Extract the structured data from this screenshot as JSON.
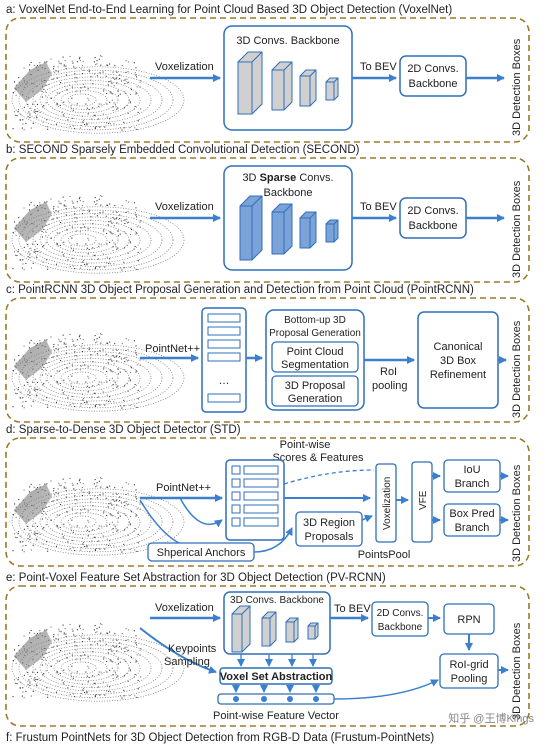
{
  "colors": {
    "border": "#9a7a2a",
    "box": "#2f6fba",
    "arrow": "#3b7fcf",
    "grey_block": "#d0d0d0",
    "blue_block": "#7ba3d8"
  },
  "icons": {
    "point_cloud": "lidar-point-cloud-icon",
    "arrow": "arrow-icon"
  },
  "watermark": "知乎 @王博Kings",
  "sections": {
    "a": {
      "title": "a: VoxelNet End-to-End Learning for Point Cloud Based 3D Object Detection (VoxelNet)",
      "voxelization": "Voxelization",
      "backbone3d": "3D Convs. Backbone",
      "to_bev": "To BEV",
      "backbone2d_1": "2D Convs.",
      "backbone2d_2": "Backbone",
      "output": "3D Detection Boxes"
    },
    "b": {
      "title": "b: SECOND Sparsely Embedded Convolutional Detection (SECOND)",
      "voxelization": "Voxelization",
      "sparse_prefix": "3D ",
      "sparse_bold": "Sparse",
      "sparse_suffix": " Convs.",
      "sparse_line2": "Backbone",
      "to_bev": "To BEV",
      "backbone2d_1": "2D Convs.",
      "backbone2d_2": "Backbone",
      "output": "3D Detection Boxes"
    },
    "c": {
      "title": "c: PointRCNN 3D Object Proposal Generation and Detection from Point Cloud (PointRCNN)",
      "pointnet": "PointNet++",
      "dots": "…",
      "bottomup_1": "Bottom-up 3D",
      "bottomup_2": "Proposal Generation",
      "seg_1": "Point Cloud",
      "seg_2": "Segmentation",
      "prop_1": "3D Proposal",
      "prop_2": "Generation",
      "roi_1": "RoI",
      "roi_2": "pooling",
      "canon_1": "Canonical",
      "canon_2": "3D Box",
      "canon_3": "Refinement",
      "output": "3D Detection Boxes"
    },
    "d": {
      "title": "d: Sparse-to-Dense 3D Object Detector (STD)",
      "pointwise_1": "Point-wise",
      "pointwise_2": "Scores & Features",
      "pointnet": "PointNet++",
      "voxelization": "Voxelization",
      "vfe": "VFE",
      "iou_1": "IoU",
      "iou_2": "Branch",
      "boxpred_1": "Box Pred",
      "boxpred_2": "Branch",
      "region_1": "3D Region",
      "region_2": "Proposals",
      "pointspool": "PointsPool",
      "anchors": "Shperical Anchors",
      "output": "3D Detection Boxes"
    },
    "e": {
      "title": "e: Point-Voxel Feature Set Abstraction for 3D Object Detection (PV-RCNN)",
      "voxelization": "Voxelization",
      "backbone3d": "3D Convs. Backbone",
      "to_bev": "To BEV",
      "backbone2d_1": "2D Convs.",
      "backbone2d_2": "Backbone",
      "rpn": "RPN",
      "keypoints_1": "Keypoints",
      "keypoints_2": "Sampling",
      "vsa": "Voxel Set Abstraction",
      "roigrid_1": "RoI-grid",
      "roigrid_2": "Pooling",
      "pwfv": "Point-wise Feature Vector",
      "output": "3D Detection Boxes"
    },
    "f": {
      "title": "f: Frustum PointNets for 3D Object Detection from RGB-D Data (Frustum-PointNets)"
    }
  }
}
